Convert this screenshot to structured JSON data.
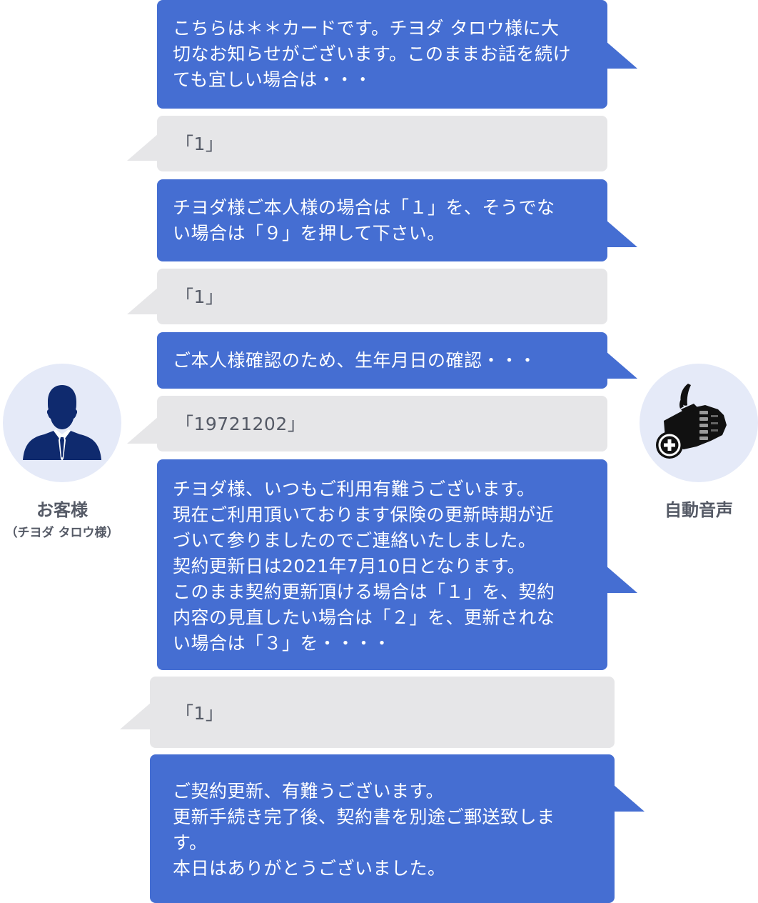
{
  "customer": {
    "name": "お客様",
    "sub": "（チヨダ タロウ様）"
  },
  "system": {
    "name": "自動音声"
  },
  "messages": [
    {
      "from": "system",
      "text": "こちらは＊＊カードです。チヨダ タロウ様に大\n切なお知らせがございます。このままお話を続け\nても宜しい場合は・・・"
    },
    {
      "from": "customer",
      "text": "「1」"
    },
    {
      "from": "system",
      "text": "チヨダ様ご本人様の場合は「１」を、そうでな\nい場合は「９」を押して下さい。"
    },
    {
      "from": "customer",
      "text": "「1」"
    },
    {
      "from": "system",
      "text": "ご本人様確認のため、生年月日の確認・・・"
    },
    {
      "from": "customer",
      "text": "「19721202」"
    },
    {
      "from": "system",
      "text": "チヨダ様、いつもご利用有難うございます。\n現在ご利用頂いております保険の更新時期が近\nづいて参りましたのでご連絡いたしました。\n契約更新日は2021年7月10日となります。\nこのまま契約更新頂ける場合は「１」を、契約\n内容の見直したい場合は「２」を、更新されな\nい場合は「３」を・・・・"
    },
    {
      "from": "customer",
      "text": "「1」"
    },
    {
      "from": "system",
      "text": "ご契約更新、有難うございます。\n更新手続き完了後、契約書を別途ご郵送致しま\nす。\n本日はありがとうございました。"
    }
  ]
}
